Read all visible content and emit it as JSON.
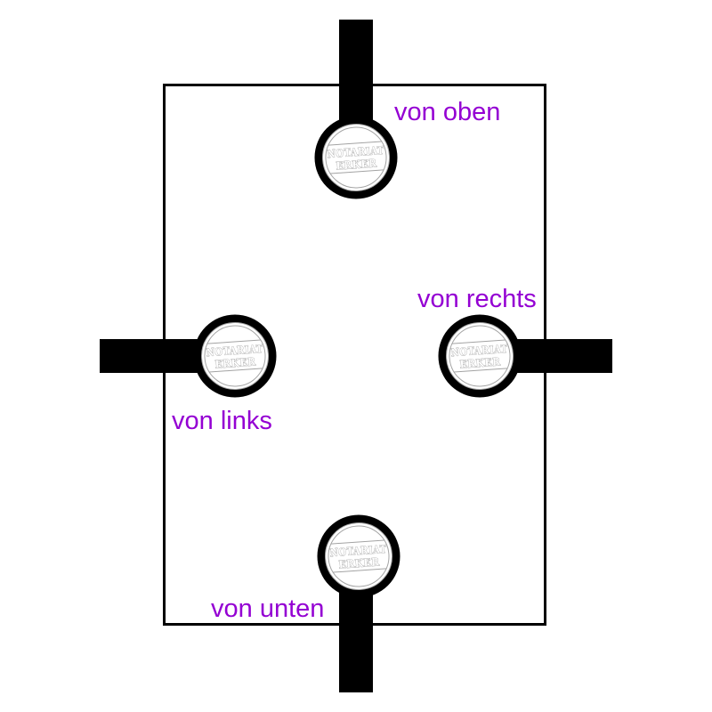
{
  "diagram": {
    "labels": {
      "top": "von oben",
      "right": "von rechts",
      "left": "von links",
      "bottom": "von unten"
    },
    "seal": {
      "line1": "NOTARIAT",
      "line2": "ERKER"
    },
    "colors": {
      "background": "#ffffff",
      "ink": "#000000",
      "label": "#9400d3",
      "seal_detail": "#a3a3a3"
    }
  }
}
